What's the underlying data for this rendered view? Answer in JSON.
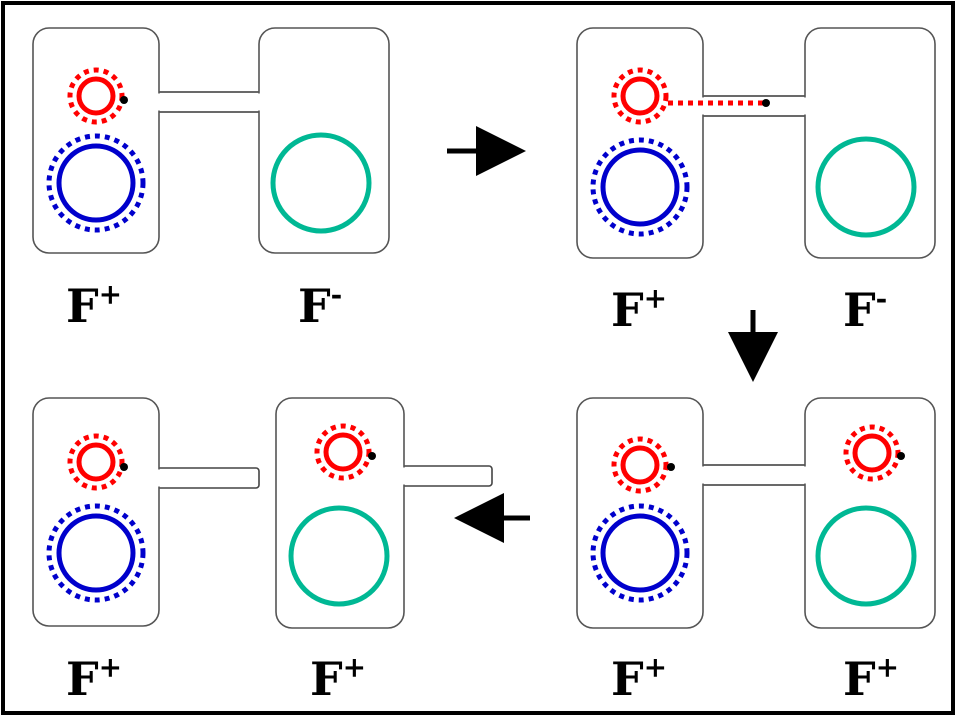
{
  "diagram": {
    "colors": {
      "plasmid": "#ff0000",
      "chromosome": "#0000cc",
      "recipient_chromosome": "#00b894",
      "cell_border": "#555555",
      "frame": "#000000"
    },
    "cell_labels": {
      "top_left_donor": {
        "base": "F",
        "sign": "+"
      },
      "top_left_recipient": {
        "base": "F",
        "sign": "-"
      },
      "top_right_donor": {
        "base": "F",
        "sign": "+"
      },
      "top_right_recipient": {
        "base": "F",
        "sign": "-"
      },
      "bottom_right_donor": {
        "base": "F",
        "sign": "+"
      },
      "bottom_right_recipient": {
        "base": "F",
        "sign": "+"
      },
      "bottom_left_donor": {
        "base": "F",
        "sign": "+"
      },
      "bottom_left_recipient": {
        "base": "F",
        "sign": "+"
      }
    },
    "arrows": [
      "right-arrow",
      "down-arrow",
      "left-arrow"
    ]
  }
}
